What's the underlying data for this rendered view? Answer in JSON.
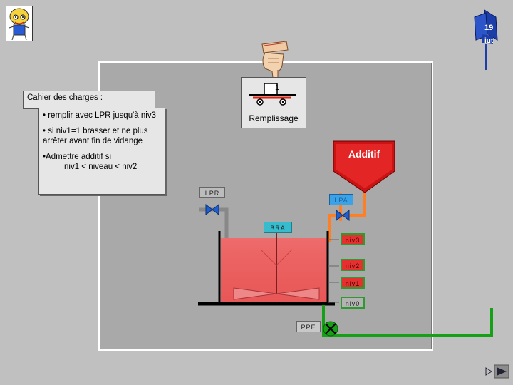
{
  "spec": {
    "title": "Cahier des charges :",
    "items": [
      "• remplir avec LPR jusqu'à niv3",
      "• si niv1=1 brasser et ne plus arrêter avant fin de vidange",
      "•Admettre additif si",
      "niv1 < niveau < niv2"
    ]
  },
  "chariot": {
    "step_number": "1",
    "label": "Remplissage"
  },
  "additif": {
    "label": "Additif"
  },
  "tags": {
    "lpr": "LPR",
    "lpa": "LPA",
    "bra": "BRA",
    "ppe": "PPE"
  },
  "levels": {
    "niv3": "niv3",
    "niv2": "niv2",
    "niv1": "niv1",
    "niv0": "niv0"
  },
  "colors": {
    "tank_liquid": "#ee5a5a",
    "additif_red": "#d41313",
    "pipe_orange": "#ff7f24",
    "pipe_green": "#16a016",
    "valve_blue": "#1e5fd0"
  },
  "icons": {
    "logo_left": "cartoon-character-logo",
    "logo_right": "iut-19-logo",
    "hand": "pointing-hand-icon",
    "nav": "play-and-next-icons"
  }
}
